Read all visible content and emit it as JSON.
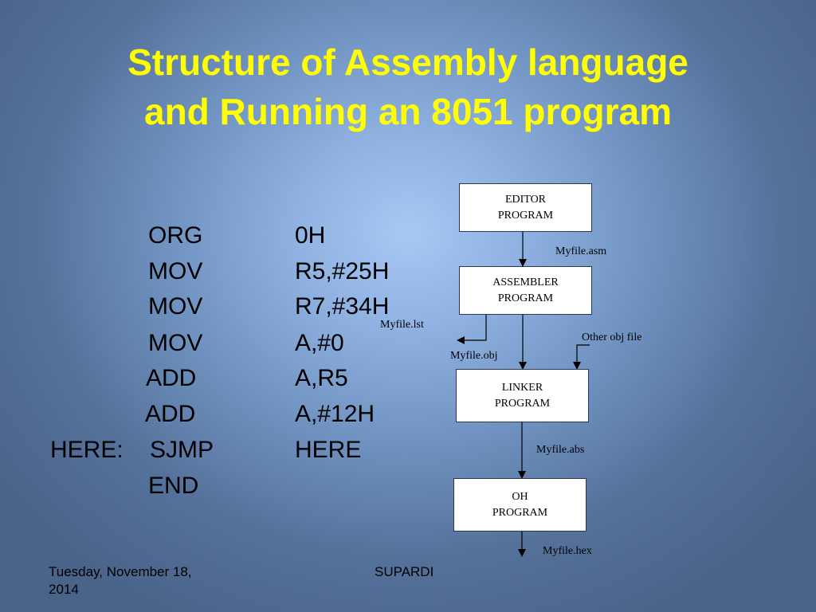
{
  "slide": {
    "title_line1": "Structure of Assembly language",
    "title_line2": "and Running an 8051 program"
  },
  "code": {
    "lines": [
      {
        "label": "",
        "mnemonic": "ORG",
        "operand": "0H"
      },
      {
        "label": "",
        "mnemonic": "MOV",
        "operand": "R5,#25H"
      },
      {
        "label": "",
        "mnemonic": "MOV",
        "operand": "R7,#34H"
      },
      {
        "label": "",
        "mnemonic": "MOV",
        "operand": "A,#0"
      },
      {
        "label": "",
        "mnemonic": "ADD",
        "operand": "A,R5"
      },
      {
        "label": "",
        "mnemonic": "ADD",
        "operand": "A,#12H"
      },
      {
        "label": "HERE:",
        "mnemonic": "SJMP",
        "operand": "HERE"
      },
      {
        "label": "",
        "mnemonic": "END",
        "operand": ""
      }
    ]
  },
  "flowchart": {
    "boxes": {
      "editor": {
        "line1": "EDITOR",
        "line2": "PROGRAM"
      },
      "assembler": {
        "line1": "ASSEMBLER",
        "line2": "PROGRAM"
      },
      "linker": {
        "line1": "LINKER",
        "line2": "PROGRAM"
      },
      "oh": {
        "line1": "OH",
        "line2": "PROGRAM"
      }
    },
    "labels": {
      "asm": "Myfile.asm",
      "lst": "Myfile.lst",
      "obj": "Myfile.obj",
      "other_obj": "Other obj file",
      "abs": "Myfile.abs",
      "hex": "Myfile.hex"
    }
  },
  "footer": {
    "date_line1": "Tuesday, November 18,",
    "date_line2": "2014",
    "author": "SUPARDI"
  }
}
